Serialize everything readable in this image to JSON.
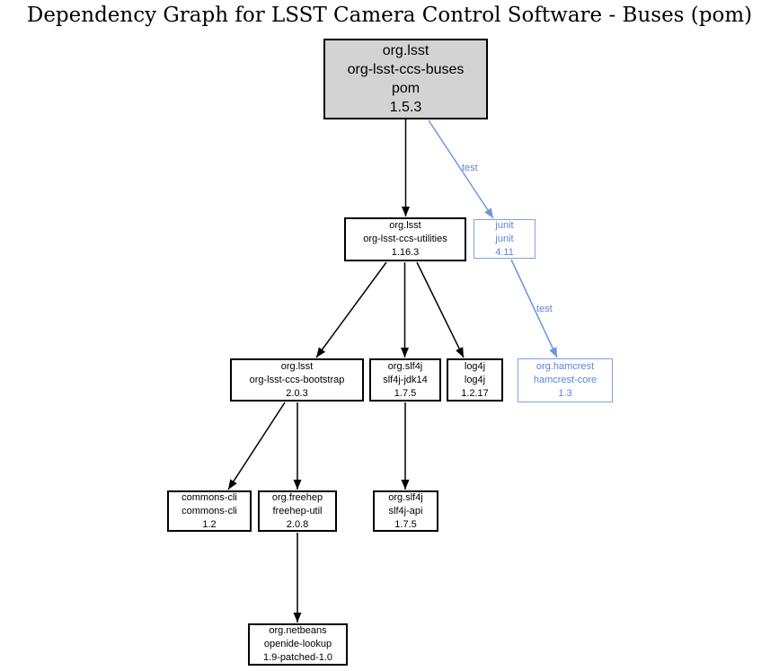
{
  "title": "Dependency Graph for LSST Camera Control Software - Buses (pom)",
  "colors": {
    "background": "#ffffff",
    "node_border": "#000000",
    "node_text": "#000000",
    "root_node_fill": "#d3d3d3",
    "edge_black": "#000000",
    "test_scope_border": "#7da0e8",
    "test_scope_text": "#5c85d6",
    "test_scope_edge": "#6d95e0"
  },
  "nodes": {
    "buses": {
      "group": "org.lsst",
      "artifact": "org-lsst-ccs-buses",
      "packaging": "pom",
      "version": "1.5.3"
    },
    "utilities": {
      "group": "org.lsst",
      "artifact": "org-lsst-ccs-utilities",
      "version": "1.16.3"
    },
    "junit": {
      "group": "junit",
      "artifact": "junit",
      "version": "4.11"
    },
    "bootstrap": {
      "group": "org.lsst",
      "artifact": "org-lsst-ccs-bootstrap",
      "version": "2.0.3"
    },
    "slf4j_jdk14": {
      "group": "org.slf4j",
      "artifact": "slf4j-jdk14",
      "version": "1.7.5"
    },
    "log4j": {
      "group": "log4j",
      "artifact": "log4j",
      "version": "1.2.17"
    },
    "hamcrest": {
      "group": "org.hamcrest",
      "artifact": "hamcrest-core",
      "version": "1.3"
    },
    "commons_cli": {
      "group": "commons-cli",
      "artifact": "commons-cli",
      "version": "1.2"
    },
    "freehep": {
      "group": "org.freehep",
      "artifact": "freehep-util",
      "version": "2.0.8"
    },
    "slf4j_api": {
      "group": "org.slf4j",
      "artifact": "slf4j-api",
      "version": "1.7.5"
    },
    "netbeans": {
      "group": "org.netbeans",
      "artifact": "openide-lookup",
      "version": "1.9-patched-1.0"
    }
  },
  "edges": [
    {
      "from": "org-lsst-ccs-buses",
      "to": "org-lsst-ccs-utilities",
      "scope": "compile",
      "label": ""
    },
    {
      "from": "org-lsst-ccs-buses",
      "to": "junit",
      "scope": "test",
      "label": "test"
    },
    {
      "from": "junit",
      "to": "hamcrest-core",
      "scope": "test",
      "label": "test"
    },
    {
      "from": "org-lsst-ccs-utilities",
      "to": "org-lsst-ccs-bootstrap",
      "scope": "compile",
      "label": ""
    },
    {
      "from": "org-lsst-ccs-utilities",
      "to": "slf4j-jdk14",
      "scope": "compile",
      "label": ""
    },
    {
      "from": "org-lsst-ccs-utilities",
      "to": "log4j",
      "scope": "compile",
      "label": ""
    },
    {
      "from": "org-lsst-ccs-bootstrap",
      "to": "commons-cli",
      "scope": "compile",
      "label": ""
    },
    {
      "from": "org-lsst-ccs-bootstrap",
      "to": "freehep-util",
      "scope": "compile",
      "label": ""
    },
    {
      "from": "slf4j-jdk14",
      "to": "slf4j-api",
      "scope": "compile",
      "label": ""
    },
    {
      "from": "freehep-util",
      "to": "openide-lookup",
      "scope": "compile",
      "label": ""
    }
  ]
}
